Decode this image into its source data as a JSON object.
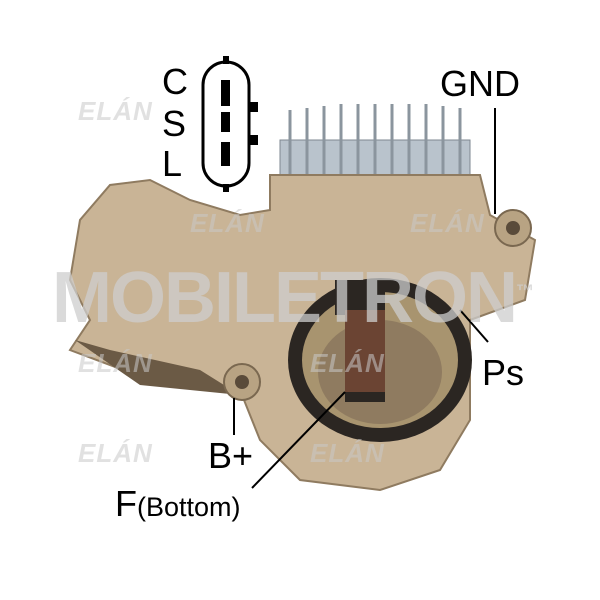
{
  "labels": {
    "c": "C",
    "s": "S",
    "l": "L",
    "gnd": "GND",
    "ps": "Ps",
    "b_plus": "B+",
    "f": "F",
    "f_note": "(Bottom)"
  },
  "watermark": {
    "brand": "MOBILETRON",
    "trademark": "™",
    "tile": "ELÁN"
  },
  "colors": {
    "housing": "#c9b496",
    "housing_dark": "#8f7b60",
    "heatsink": "#b9c3cc",
    "seal": "#2b2622",
    "brush": "#6b4433"
  }
}
